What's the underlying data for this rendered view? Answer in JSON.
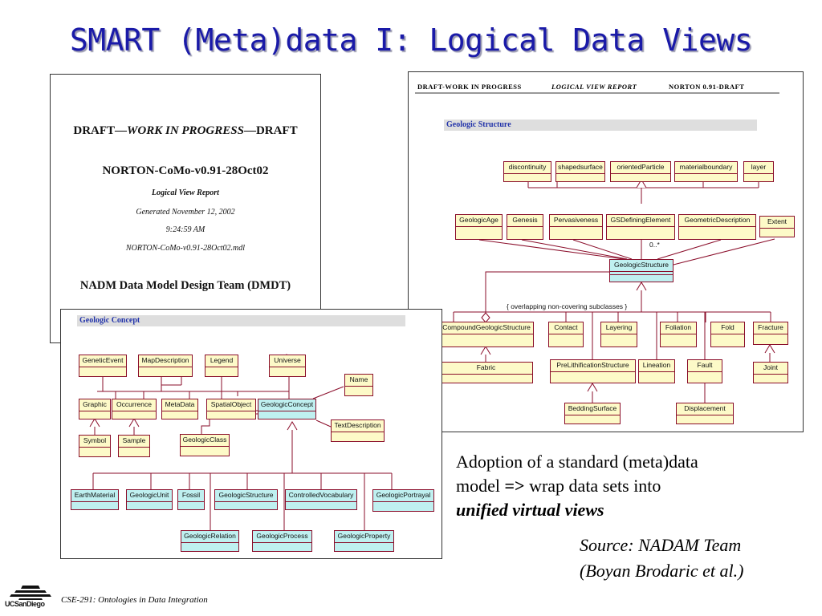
{
  "slide_title": "SMART (Meta)data I: Logical Data Views",
  "cover": {
    "line1_pre": "DRAFT—",
    "line1_em": "WORK IN PROGRESS",
    "line1_post": "—DRAFT",
    "model": "NORTON-CoMo-v0.91-28Oct02",
    "report": "Logical View Report",
    "generated": "Generated November 12, 2002",
    "time": "9:24:59 AM",
    "file": "NORTON-CoMo-v0.91-28Oct02.mdl",
    "team": "NADM Data Model Design Team (DMDT)"
  },
  "report_header": {
    "left": "DRAFT-WORK IN PROGRESS",
    "middle": "LOGICAL VIEW REPORT",
    "right": "NORTON 0.91-DRAFT"
  },
  "structure_diagram": {
    "heading": "Geologic Structure",
    "multiplicity": "0..*",
    "constraint": "{ overlapping non-covering subclasses }",
    "boxes": {
      "discontinuity": "discontinuity",
      "shapedsurface": "shapedsurface",
      "orientedparticle": "orientedParticle",
      "materialboundary": "materialboundary",
      "layer": "layer",
      "geologicage": "GeologicAge",
      "genesis": "Genesis",
      "pervasiveness": "Pervasiveness",
      "gsdefiningelement": "GSDefiningElement",
      "geometricdescription": "GeometricDescription",
      "extent": "Extent",
      "geologicstructure": "GeologicStructure",
      "compoundgeologicstructure": "CompoundGeologicStructure",
      "contact": "Contact",
      "layering": "Layering",
      "foliation": "Foliation",
      "fold": "Fold",
      "fracture": "Fracture",
      "fabric": "Fabric",
      "prelithificationstructure": "PreLithificationStructure",
      "lineation": "Lineation",
      "fault": "Fault",
      "joint": "Joint",
      "beddingsurface": "BeddingSurface",
      "displacement": "Displacement"
    }
  },
  "concept_diagram": {
    "heading": "Geologic Concept",
    "boxes": {
      "geneticevent": "GeneticEvent",
      "mapdescription": "MapDescription",
      "legend": "Legend",
      "universe": "Universe",
      "name": "Name",
      "graphic": "Graphic",
      "occurrence": "Occurrence",
      "metadata": "MetaData",
      "spatialobject": "SpatialObject",
      "geologicconcept": "GeologicConcept",
      "textdescription": "TextDescription",
      "symbol": "Symbol",
      "sample": "Sample",
      "geologicclass": "GeologicClass",
      "earthmaterial": "EarthMaterial",
      "geologicunit": "GeologicUnit",
      "fossil": "Fossil",
      "geologicstructure": "GeologicStructure",
      "controlledvocabulary": "ControlledVocabulary",
      "geologicportrayal": "GeologicPortrayal",
      "geologicrelation": "GeologicRelation",
      "geologicprocess": "GeologicProcess",
      "geologicproperty": "GeologicProperty"
    }
  },
  "caption": {
    "line1": "Adoption of a standard (meta)data",
    "line2_pre": "model ",
    "line2_arrow": "=>",
    "line2_post": " wrap data sets into",
    "line3": "unified virtual views"
  },
  "source": {
    "line1": "Source: NADAM Team",
    "line2": "(Boyan Brodaric et al.)"
  },
  "footer": {
    "logo_text": "UCSanDiego",
    "course": "CSE-291: Ontologies in Data Integration"
  },
  "colors": {
    "title": "#1a1aa8",
    "uml_border": "#8a0d2a",
    "uml_class_fill": "#fdfac8",
    "uml_highlight_fill": "#bff0f0",
    "section_heading": "#2233aa"
  }
}
